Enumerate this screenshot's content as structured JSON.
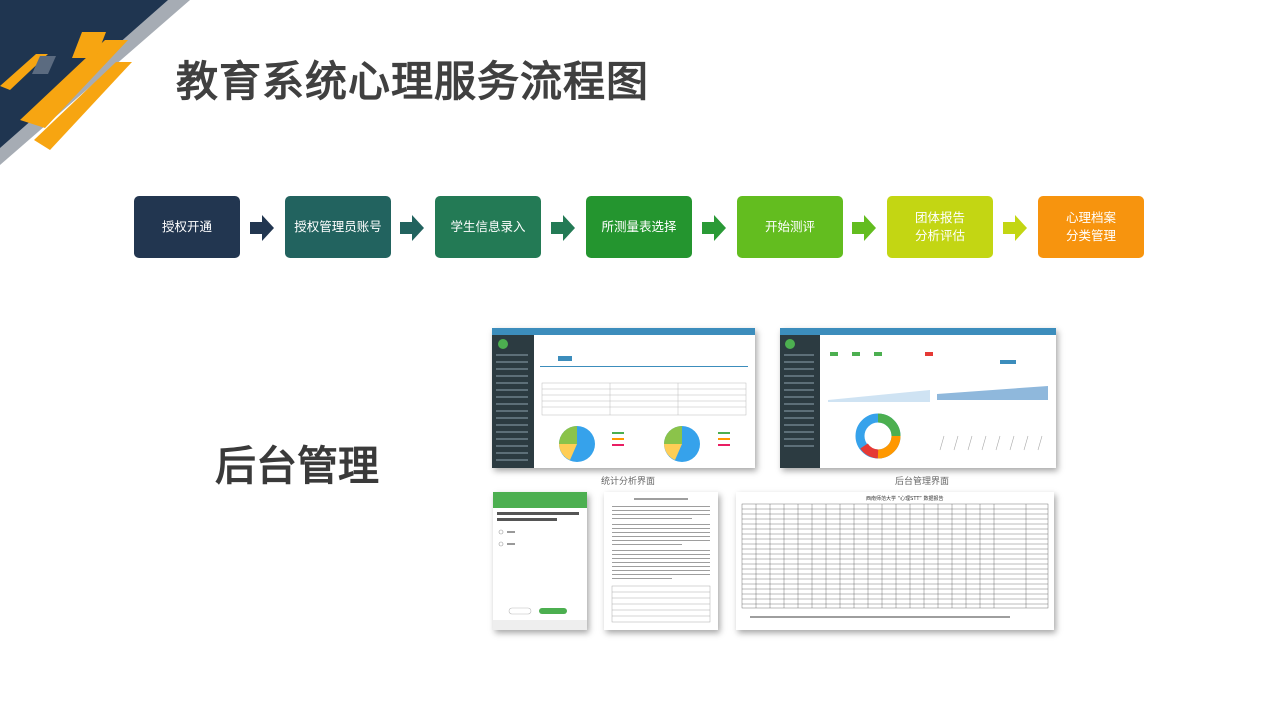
{
  "title": "教育系统心理服务流程图",
  "colors": {
    "navy": "#1f3550",
    "accent_orange": "#f7a511"
  },
  "flow_steps": [
    {
      "label": "授权开通",
      "color": "#223650"
    },
    {
      "label": "授权管理员账号",
      "color": "#22635f"
    },
    {
      "label": "学生信息录入",
      "color": "#237a55"
    },
    {
      "label": "所测量表选择",
      "color": "#24952f"
    },
    {
      "label": "开始测评",
      "color": "#63bd1f"
    },
    {
      "label": "团体报告\n分析评估",
      "color": "#c3d613"
    },
    {
      "label": "心理档案\n分类管理",
      "color": "#f7940e"
    }
  ],
  "arrow_colors": [
    "#223650",
    "#22635f",
    "#237a55",
    "#2a9a36",
    "#63bd1f",
    "#c3d613"
  ],
  "section_label": "后台管理",
  "screenshots": {
    "stats_caption": "统计分析界面",
    "admin_caption": "后台管理界面",
    "report_title": "西南师范大学 “心理STT” 数据报告"
  }
}
